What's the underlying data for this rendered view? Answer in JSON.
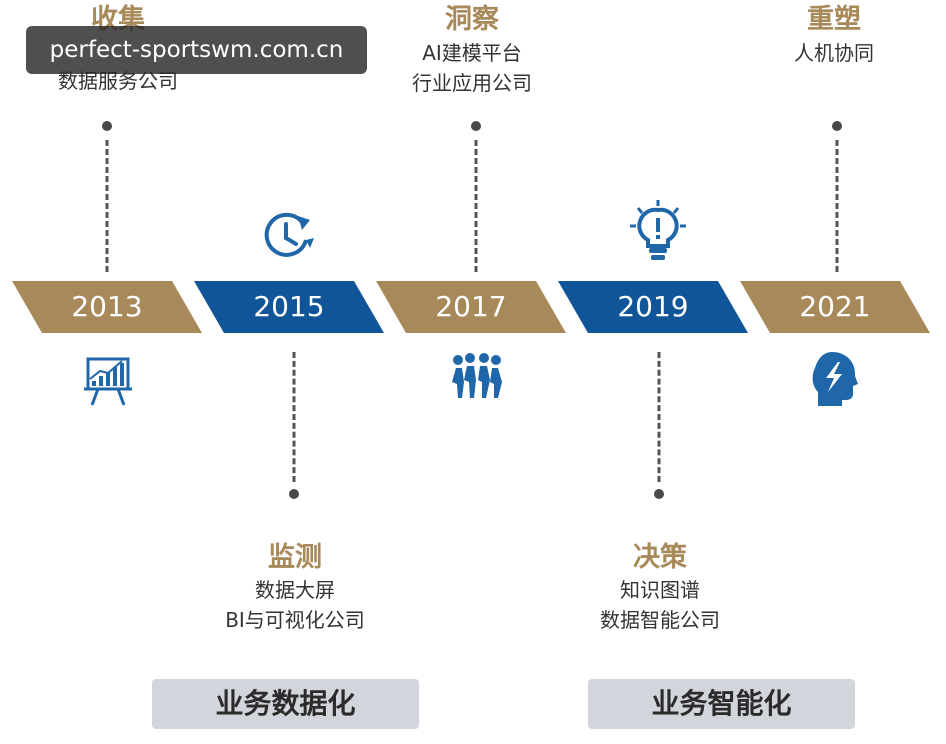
{
  "watermark": "perfect-sportswm.com.cn",
  "colors": {
    "gold": "#a8895a",
    "blue": "#0f5597",
    "icon_blue": "#1f67a8"
  },
  "timeline": [
    {
      "year": "2013",
      "color": "gold",
      "title": "收集",
      "lines": [
        "数据服务公司"
      ],
      "position": "top",
      "icon": "presentation-chart-icon"
    },
    {
      "year": "2015",
      "color": "blue",
      "title": "监测",
      "lines": [
        "数据大屏",
        "BI与可视化公司"
      ],
      "position": "bottom",
      "icon": "clock-refresh-icon"
    },
    {
      "year": "2017",
      "color": "gold",
      "title": "洞察",
      "lines": [
        "AI建模平台",
        "行业应用公司"
      ],
      "position": "top",
      "icon": "team-people-icon"
    },
    {
      "year": "2019",
      "color": "blue",
      "title": "决策",
      "lines": [
        "知识图谱",
        "数据智能公司"
      ],
      "position": "bottom",
      "icon": "lightbulb-icon"
    },
    {
      "year": "2021",
      "color": "gold",
      "title": "重塑",
      "lines": [
        "人机协同"
      ],
      "position": "top",
      "icon": "head-lightning-icon"
    }
  ],
  "footer": [
    "业务数据化",
    "业务智能化"
  ]
}
